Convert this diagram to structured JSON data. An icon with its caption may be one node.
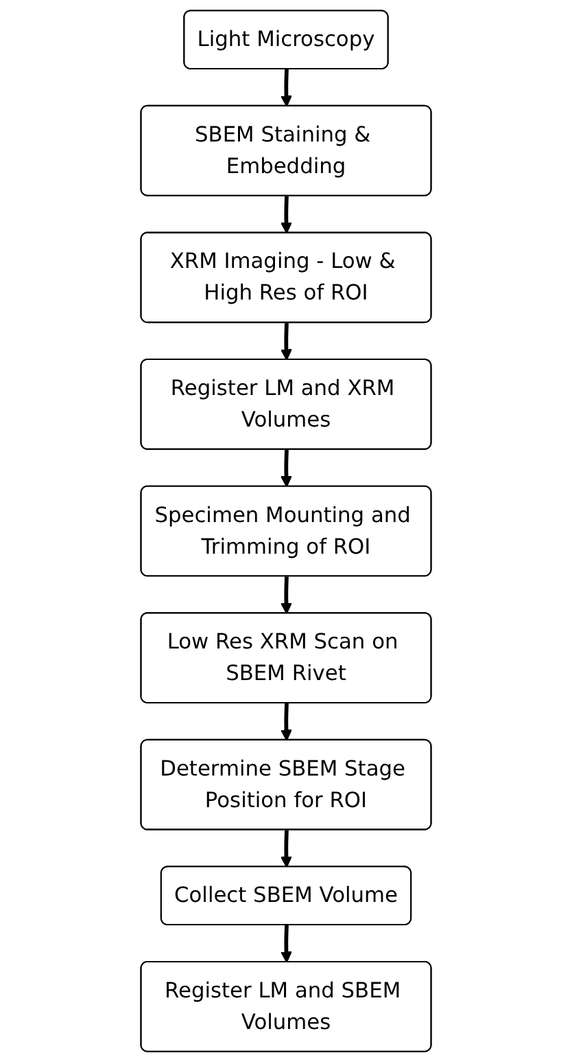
{
  "diagram": {
    "nodes": [
      {
        "text": [
          "Light Microscopy"
        ]
      },
      {
        "text": [
          "SBEM Staining & Embedding"
        ]
      },
      {
        "text": [
          "XRM Imaging - Low & High Res of ROI"
        ]
      },
      {
        "text": [
          "Register LM and XRM Volumes"
        ]
      },
      {
        "text": [
          "Specimen Mounting and Trimming of ROI"
        ]
      },
      {
        "text": [
          "Low Res XRM Scan on SBEM Rivet"
        ]
      },
      {
        "text": [
          "Determine SBEM Stage Position for ROI"
        ]
      },
      {
        "text": [
          "Collect SBEM Volume"
        ]
      },
      {
        "text": [
          "Register LM and SBEM Volumes"
        ]
      }
    ],
    "edges": [
      {
        "from": 0,
        "to": 1,
        "arrow": "to"
      },
      {
        "from": 1,
        "to": 2,
        "arrow": "to"
      },
      {
        "from": 2,
        "to": 3,
        "arrow": "to"
      },
      {
        "from": 3,
        "to": 4,
        "arrow": "to"
      },
      {
        "from": 4,
        "to": 5,
        "arrow": "to"
      },
      {
        "from": 5,
        "to": 6,
        "arrow": "to"
      },
      {
        "from": 6,
        "to": 7,
        "arrow": "to"
      },
      {
        "from": 7,
        "to": 8,
        "arrow": "to"
      }
    ]
  }
}
